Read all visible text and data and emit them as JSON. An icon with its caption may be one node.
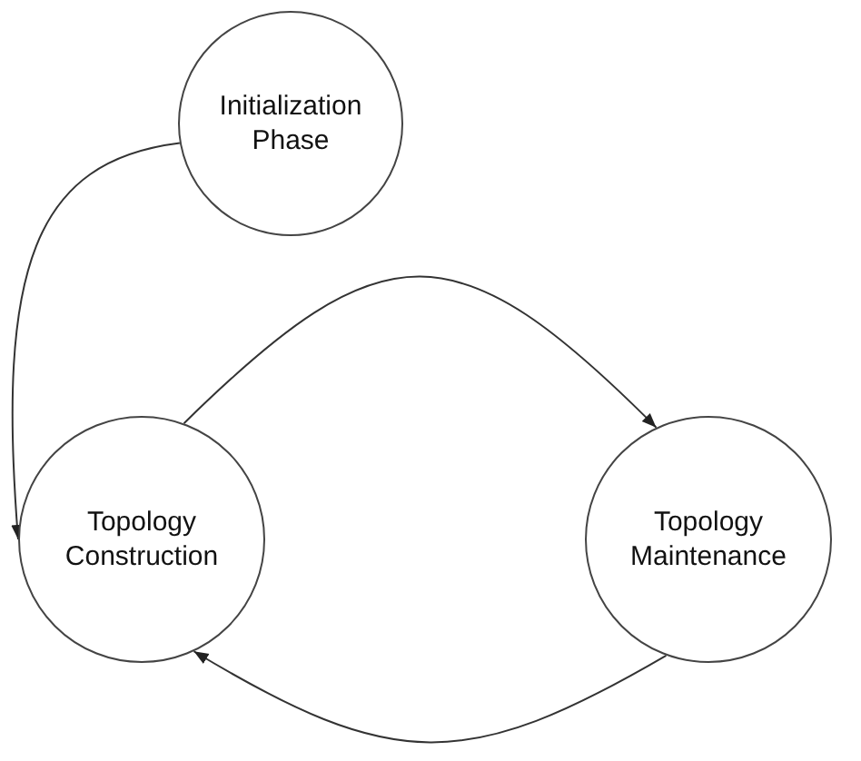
{
  "diagram": {
    "nodes": [
      {
        "text": [
          "Initialization Phase"
        ]
      },
      {
        "text": [
          "Topology Construction"
        ]
      },
      {
        "text": [
          "Topology Maintenance"
        ]
      }
    ],
    "edges": [
      {
        "from": 0,
        "to": 1,
        "arrow": "to"
      },
      {
        "from": 1,
        "to": 2,
        "arrow": "to"
      },
      {
        "from": 2,
        "to": 1,
        "arrow": "to"
      }
    ]
  }
}
